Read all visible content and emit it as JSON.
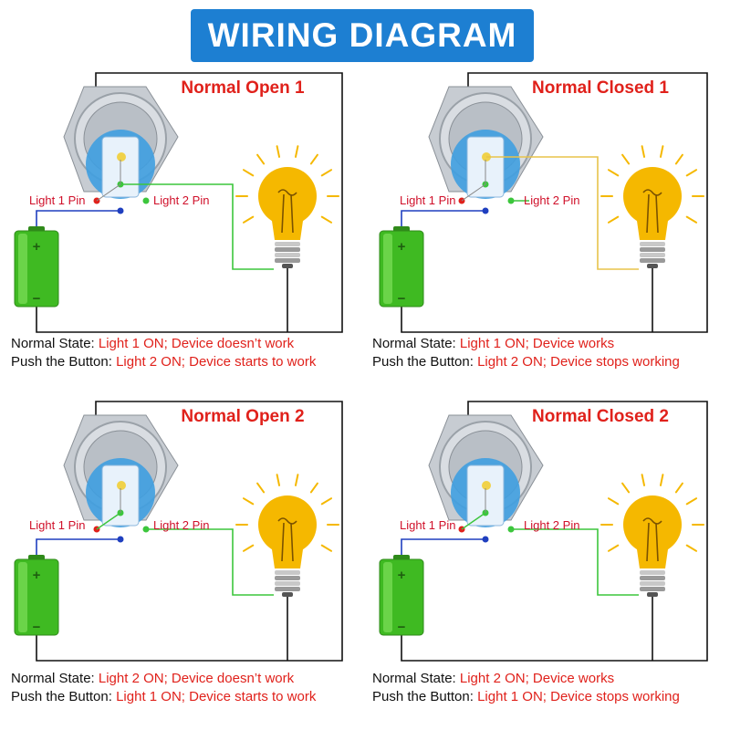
{
  "header": {
    "title": "WIRING DIAGRAM"
  },
  "colors": {
    "banner": "#1d7fd2",
    "title_text": "#e0211b",
    "pin_label_text": "#d0102a",
    "state_value_text": "#e0211b",
    "wire_black": "#111111",
    "wire_blue": "#1f3fbf",
    "wire_green": "#3cc63c",
    "wire_yellow": "#e8c34a",
    "battery": "#3fba22",
    "bulb": "#f5b800"
  },
  "icons": [
    "push-button-switch-icon",
    "battery-icon",
    "light-bulb-icon"
  ],
  "panels": [
    {
      "title": "Normal Open 1",
      "pin_left": "Light 1 Pin",
      "pin_right": "Light 2 Pin",
      "battery_plus": "+",
      "battery_minus": "−",
      "state_label": "Normal State:",
      "state_value": "Light 1 ON; Device doesn’t work",
      "push_label": "Push the Button:",
      "push_value": "Light 2 ON; Device starts to work"
    },
    {
      "title": "Normal Closed 1",
      "pin_left": "Light 1 Pin",
      "pin_right": "Light 2 Pin",
      "battery_plus": "+",
      "battery_minus": "−",
      "state_label": "Normal State:",
      "state_value": "Light 1 ON; Device works",
      "push_label": "Push the Button:",
      "push_value": "Light 2 ON; Device stops working"
    },
    {
      "title": "Normal Open 2",
      "pin_left": "Light 1 Pin",
      "pin_right": "Light 2 Pin",
      "battery_plus": "+",
      "battery_minus": "−",
      "state_label": "Normal State:",
      "state_value": "Light 2 ON; Device doesn’t work",
      "push_label": "Push the Button:",
      "push_value": "Light 1 ON; Device starts to work"
    },
    {
      "title": "Normal Closed 2",
      "pin_left": "Light 1 Pin",
      "pin_right": "Light 2 Pin",
      "battery_plus": "+",
      "battery_minus": "−",
      "state_label": "Normal State:",
      "state_value": "Light 2 ON; Device works",
      "push_label": "Push the Button:",
      "push_value": "Light 1 ON; Device stops working"
    }
  ]
}
